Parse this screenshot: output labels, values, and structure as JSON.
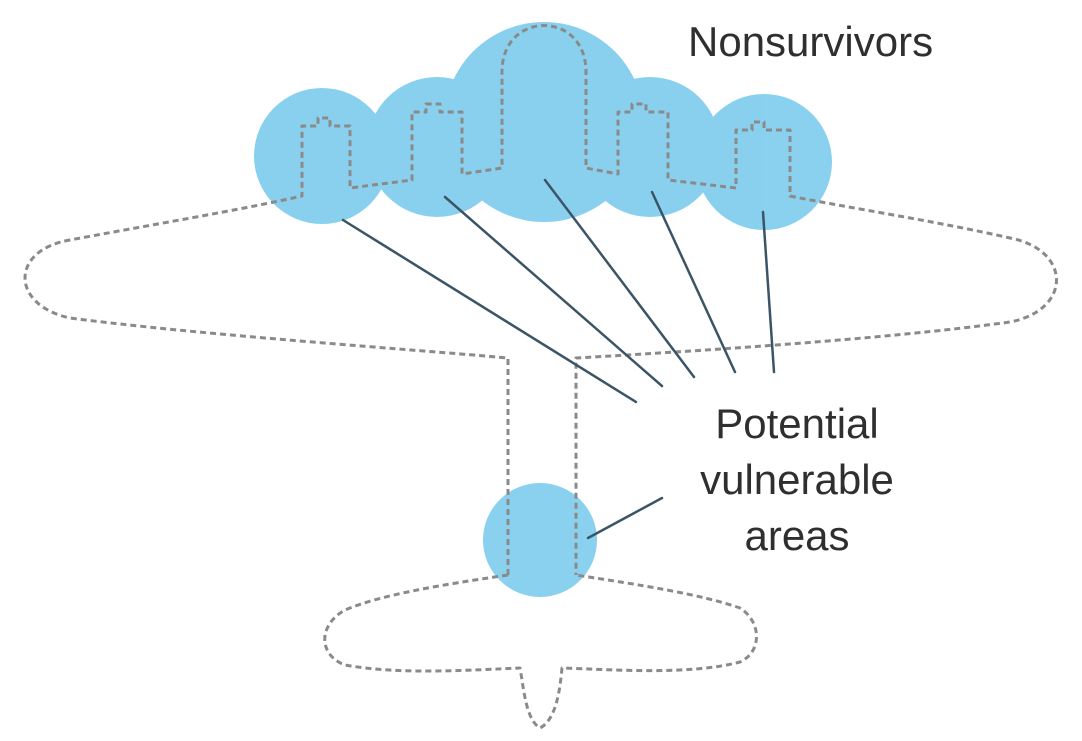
{
  "labels": {
    "nonsurvivors": "Nonsurvivors",
    "vulnerable_line1": "Potential",
    "vulnerable_line2": "vulnerable",
    "vulnerable_line3": "areas"
  },
  "colors": {
    "highlight": "#7fcdee",
    "outline": "#8a8a8a",
    "leader": "#3b5566",
    "text": "#2f2f2f",
    "background": "#ffffff"
  }
}
